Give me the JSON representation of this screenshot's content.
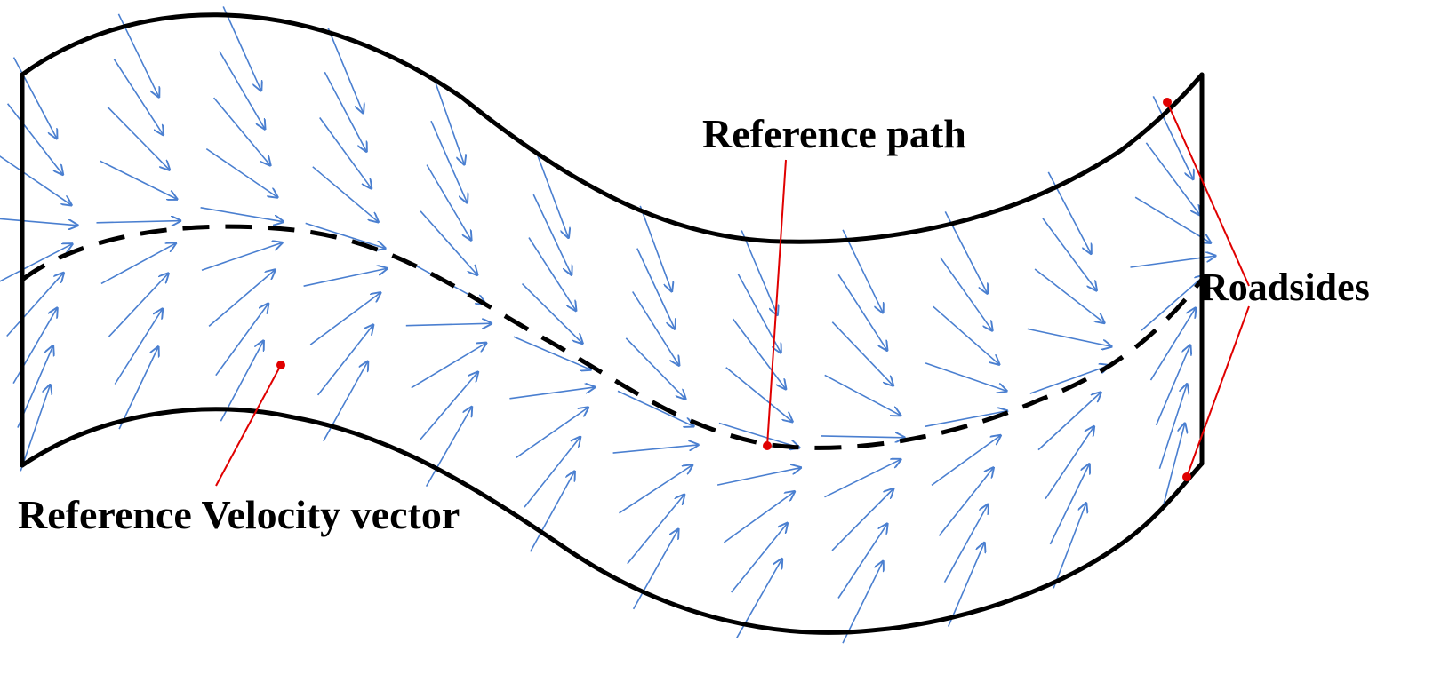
{
  "labels": {
    "reference_path": "Reference path",
    "roadsides": "Roadsides",
    "reference_velocity_vector": "Reference Velocity vector"
  },
  "colors": {
    "road_edge": "#000000",
    "reference_path": "#000000",
    "velocity_vectors": "#4a7fd0",
    "callouts": "#e00000",
    "background": "#ffffff"
  },
  "elements": {
    "road_edges": "solid-black-curves",
    "reference_path_style": "dashed-black-curve",
    "vector_field": "blue-arrows-converging-to-reference-path",
    "callout_markers": "red-dots-with-leader-lines"
  }
}
